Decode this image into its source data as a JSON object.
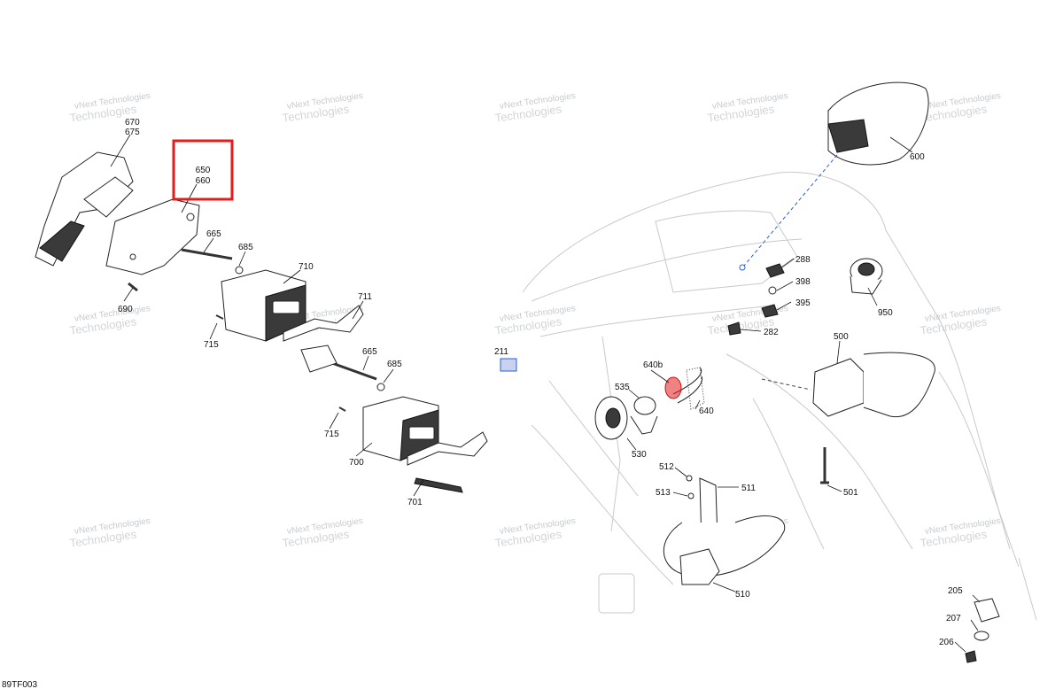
{
  "diagram": {
    "document_code": "89TF003",
    "watermark_line1": "vNext Technologies",
    "watermark_line2": "Technologies",
    "highlight_color": "#e11d1d",
    "accent_color": "#2d5fd0",
    "highlighted_part": {
      "line1": "650",
      "line2": "660"
    },
    "callouts": [
      {
        "id": "c670",
        "label": "670"
      },
      {
        "id": "c675",
        "label": "675"
      },
      {
        "id": "c665a",
        "label": "665"
      },
      {
        "id": "c685a",
        "label": "685"
      },
      {
        "id": "c710",
        "label": "710"
      },
      {
        "id": "c711",
        "label": "711"
      },
      {
        "id": "c690",
        "label": "690"
      },
      {
        "id": "c715a",
        "label": "715"
      },
      {
        "id": "c665b",
        "label": "665"
      },
      {
        "id": "c685b",
        "label": "685"
      },
      {
        "id": "c715b",
        "label": "715"
      },
      {
        "id": "c700",
        "label": "700"
      },
      {
        "id": "c701",
        "label": "701"
      },
      {
        "id": "c211",
        "label": "211"
      },
      {
        "id": "c600",
        "label": "600"
      },
      {
        "id": "c288",
        "label": "288"
      },
      {
        "id": "c398",
        "label": "398"
      },
      {
        "id": "c395",
        "label": "395"
      },
      {
        "id": "c282",
        "label": "282"
      },
      {
        "id": "c950",
        "label": "950"
      },
      {
        "id": "c500",
        "label": "500"
      },
      {
        "id": "c640b",
        "label": "640b"
      },
      {
        "id": "c535",
        "label": "535"
      },
      {
        "id": "c640",
        "label": "640"
      },
      {
        "id": "c530",
        "label": "530"
      },
      {
        "id": "c512",
        "label": "512"
      },
      {
        "id": "c511",
        "label": "511"
      },
      {
        "id": "c513",
        "label": "513"
      },
      {
        "id": "c501",
        "label": "501"
      },
      {
        "id": "c510",
        "label": "510"
      },
      {
        "id": "c205",
        "label": "205"
      },
      {
        "id": "c207",
        "label": "207"
      },
      {
        "id": "c206",
        "label": "206"
      }
    ]
  }
}
